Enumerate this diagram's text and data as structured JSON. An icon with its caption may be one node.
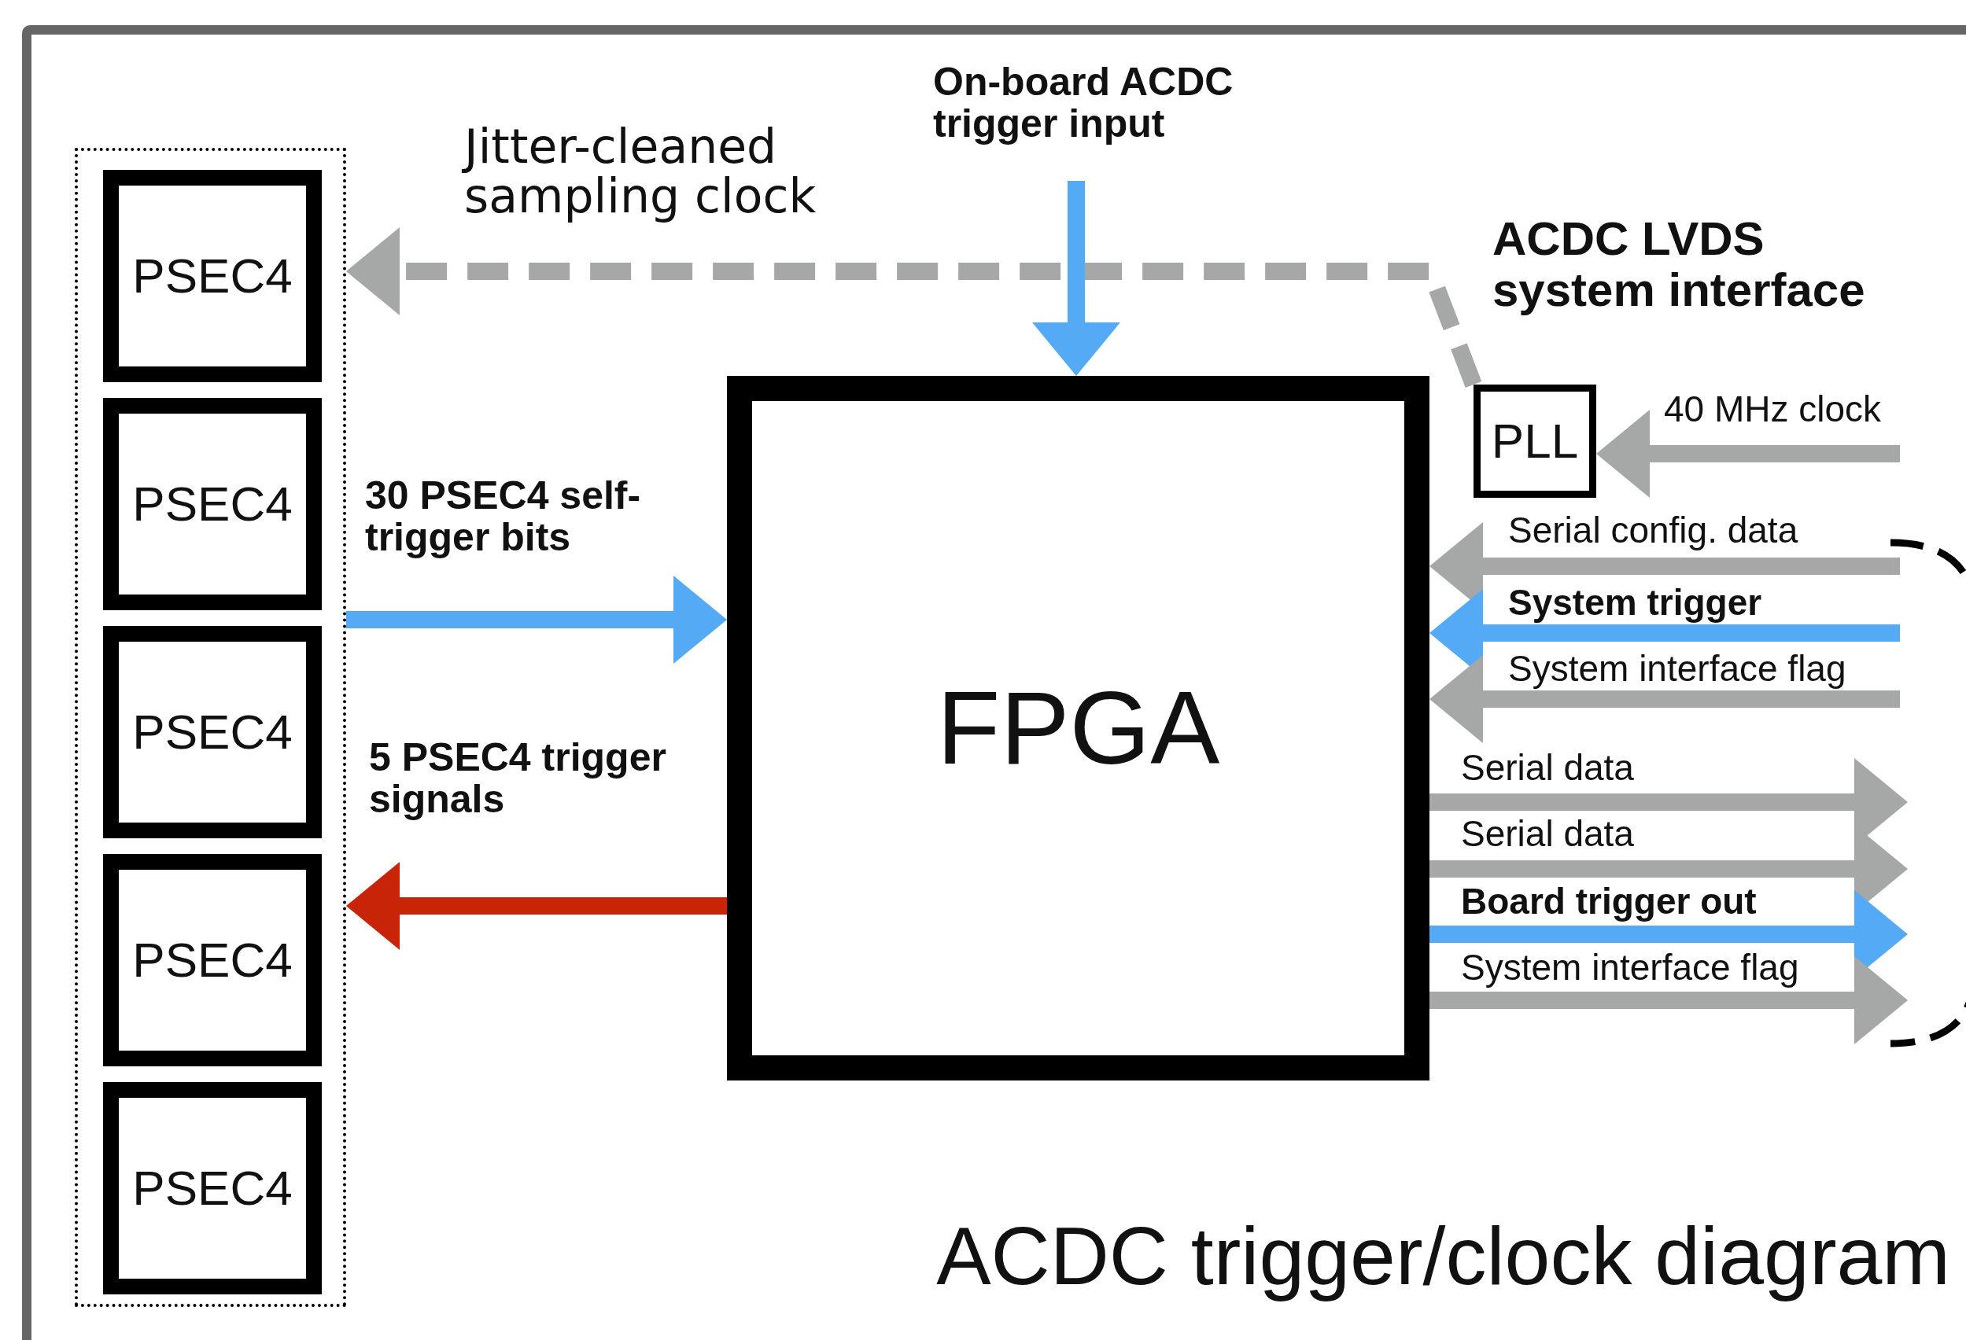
{
  "diagram": {
    "title": "ACDC trigger/clock diagram",
    "nodes": [
      {
        "text": [],
        "shape": "box"
      },
      {
        "text": [
          "PSEC4"
        ],
        "in": 0
      },
      {
        "text": [
          "PSEC4"
        ],
        "in": 0
      },
      {
        "text": [
          "PSEC4"
        ],
        "in": 0
      },
      {
        "text": [
          "PSEC4"
        ],
        "in": 0
      },
      {
        "text": [
          "PSEC4"
        ],
        "in": 0
      },
      {
        "text": [
          "FPGA"
        ]
      },
      {
        "text": [
          "PLL"
        ]
      }
    ],
    "edges": [
      {
        "from": 7,
        "to": 0,
        "arrow": "to",
        "label": "Jitter-cleaned sampling clock",
        "style": "dashed"
      },
      {
        "from": null,
        "to": 6,
        "arrow": "to",
        "label": "On-board ACDC trigger input",
        "color": "#55aaf5"
      },
      {
        "from": 0,
        "to": 6,
        "arrow": "to",
        "label": "30 PSEC4 self-trigger bits",
        "color": "#55aaf5"
      },
      {
        "from": 6,
        "to": 0,
        "arrow": "to",
        "label": "5 PSEC4 trigger signals",
        "color": "#c82508"
      },
      {
        "from": null,
        "to": 7,
        "arrow": "to",
        "label": "40 MHz clock"
      },
      {
        "from": null,
        "to": 6,
        "arrow": "to",
        "label": "Serial config. data"
      },
      {
        "from": null,
        "to": 6,
        "arrow": "to",
        "label": "System trigger",
        "color": "#55aaf5"
      },
      {
        "from": null,
        "to": 6,
        "arrow": "to",
        "label": "System interface flag"
      },
      {
        "from": 6,
        "to": null,
        "arrow": "to",
        "label": "Serial data"
      },
      {
        "from": 6,
        "to": null,
        "arrow": "to",
        "label": "Serial data"
      },
      {
        "from": 6,
        "to": null,
        "arrow": "to",
        "label": "Board trigger out",
        "color": "#55aaf5"
      },
      {
        "from": 6,
        "to": null,
        "arrow": "to",
        "label": "System interface flag"
      }
    ],
    "labels": [
      "ACDC LVDS system interface"
    ]
  }
}
